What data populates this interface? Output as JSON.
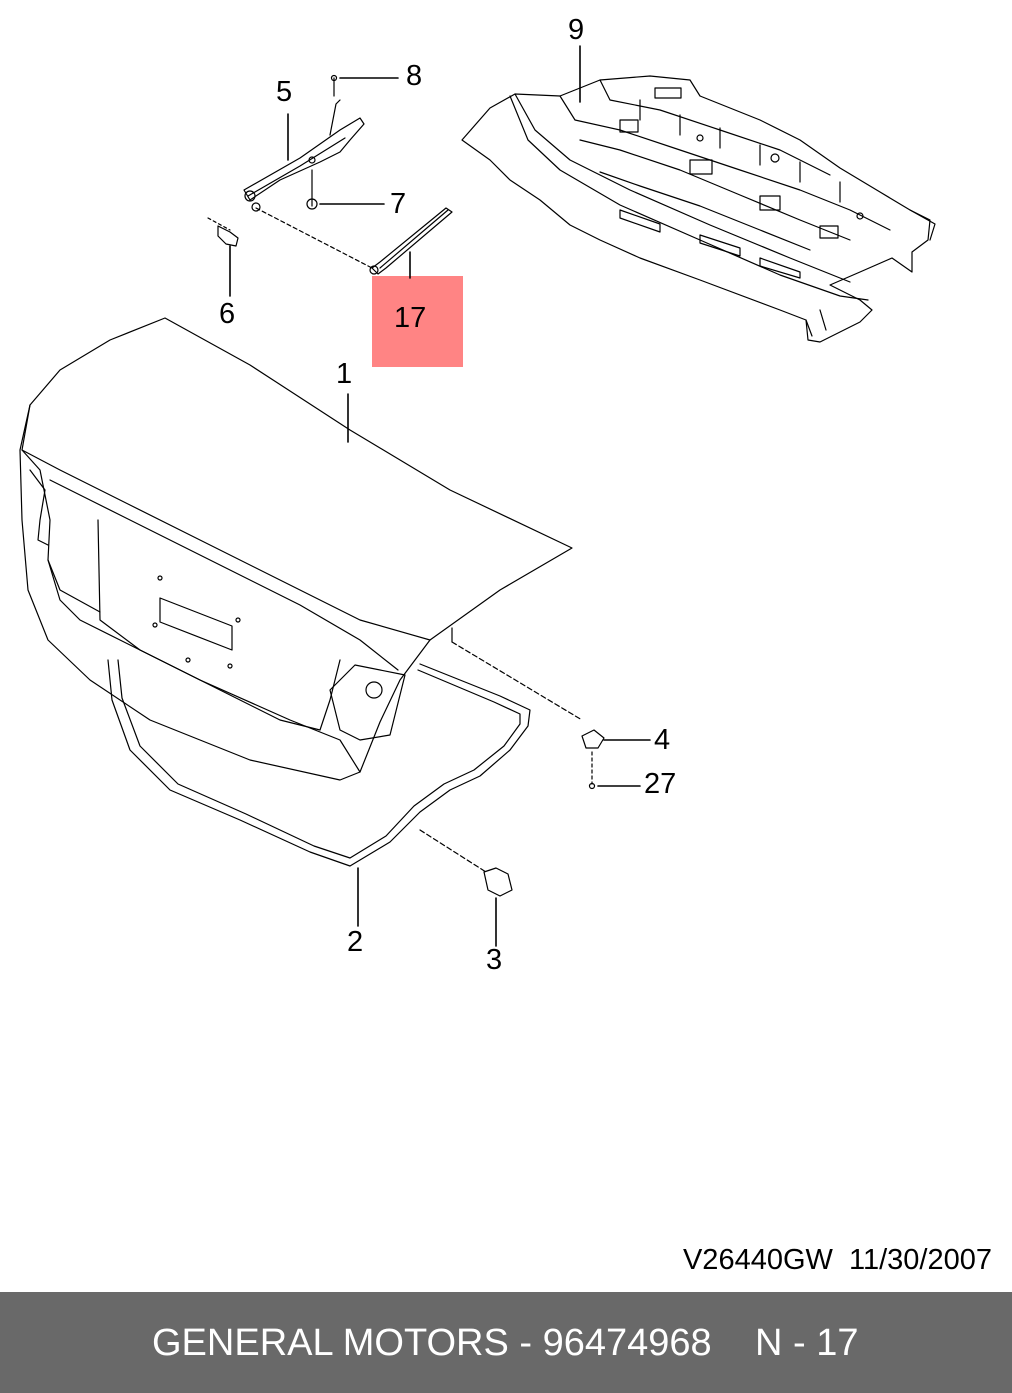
{
  "callouts": {
    "c1": "1",
    "c2": "2",
    "c3": "3",
    "c4": "4",
    "c5": "5",
    "c6": "6",
    "c7": "7",
    "c8": "8",
    "c9": "9",
    "c17": "17",
    "c27": "27"
  },
  "highlight_color": "#ff8484",
  "doc_code": "V26440GW  11/30/2007",
  "footer": {
    "brand": "GENERAL MOTORS - 96474968",
    "page_ref": "N - 17",
    "background": "#696969"
  }
}
